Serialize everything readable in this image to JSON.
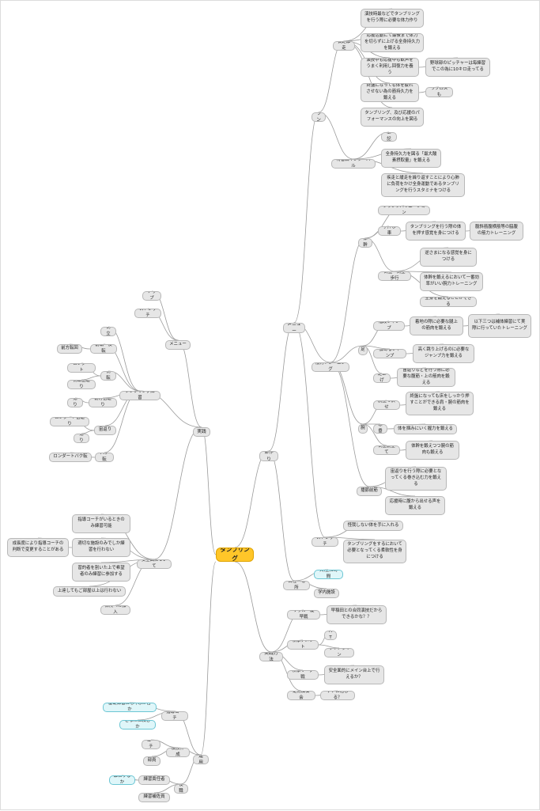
{
  "mindmap": {
    "root": "タンブリング",
    "n1": "体作り",
    "n2": "メニュー",
    "n3": "ラン",
    "n4": "長距離走",
    "n5": "演技時最などでタンブリングを行う際に必要な体力作り",
    "n6": "応援活動にて最後まで体力を切らずに上げる全身持久力を鍛える",
    "n7": "演技中も応援中も歓声をうまく利用し回復力を養う",
    "n8": "野球部のピッチャーは毎練習でこの為に10キロ走ってる",
    "n9": "終盤になっても体を疲れさせない為の筋持久力を鍛える",
    "n10": "ラクロスも",
    "n11": "タンブリング、及び応援のパフォーマンスの向上を図る",
    "n12": "将音森インターバル",
    "n13": "上記",
    "n14": "全身持久力を図る「最大酸素摂取量」を鍛える",
    "n15": "疾走と緩走を繰り返すことにより心肺に負荷をかけ全身運動であるタンブリングを行うスタミナをつける",
    "n16": "筋力トレーニング",
    "n17": "体幹",
    "n18": "プランクバリエーション",
    "n19": "手押し車",
    "n20": "タンブリングを行う際の体を押す感覚を身につける",
    "n21": "腹斜筋腹横筋等の脇腹の筋力トレーニング",
    "n22": "倒立・倒立歩行",
    "n23": "逆さまになる感覚を身につける",
    "n24": "体幹を鍛えるにおいて一番効率がいい腕力トレーニング",
    "n25": "全身を鍛えることができる",
    "n26": "足",
    "n27": "階段ジャンプ",
    "n28": "着地の際に必要な腿上の筋肉を鍛える",
    "n29": "以下三つは補体練習にて実際に行っていたトレーニング",
    "n30": "膝あるジャンプ",
    "n31": "高く跳り上げるのに必要なジャンプ力を鍛える",
    "n32": "足上げ",
    "n33": "宙返りなどを行う際に必要な腹筋・上の筋肉を鍛える",
    "n34": "腕",
    "n35": "腕立て伏せ",
    "n36": "終盤になっても床をしっかり押すことができる肩・腕の筋肉を鍛える",
    "n37": "懸垂",
    "n38": "体を掴みにいく握力を鍛える",
    "n39": "倒立腕立て",
    "n40": "体幹を鍛えつつ腕の筋肉も鍛える",
    "n41": "播節前筋",
    "n42": "宙返りを行う際に必要となってくる巻き込む力を鍛える",
    "n43": "応援時に腹から出せる声を鍛える",
    "n44": "ストレッチ",
    "n45": "怪我しない体を手に入れる",
    "n46": "タンブリングをするにおいて必要となってくる柔軟性を身につける",
    "n47": "日程・場所",
    "n48": "火,土,9時間",
    "n49": "学内施設",
    "n50": "実践方法",
    "n51": "サッカー慶早戦",
    "n52": "早稲田との合同演技だからできるかな？？",
    "n53": "秋季アメフト",
    "n54": "HT",
    "n55": "サイドライン",
    "n56": "秋季リーグ戦",
    "n57": "安全面的にメイン台上で行えるか？",
    "n58": "定期演奏会",
    "n59": "テアに活じる？",
    "n60": "運用",
    "n61": "指導コーチ",
    "n62": "基礎練習にも呼ぶか否か",
    "n63": "どなたに頼むか",
    "n64": "演技作成",
    "n65": "コーチ",
    "n66": "部員",
    "n67": "役職",
    "n68": "練習責任者",
    "n69": "誰にするか",
    "n70": "練習補佐員",
    "n71": "実践",
    "n72": "メニュー",
    "n73": "アップ",
    "n74": "ストレッチ",
    "n75": "タンブリング練習",
    "n76": "倒立",
    "n77": "前転・後転",
    "n78": "前方転回",
    "n79": "側転",
    "n80": "ロンダート",
    "n81": "側転宙返り",
    "n82": "前方宙返り",
    "n83": "捻り",
    "n84": "宙返り",
    "n85": "ロンダート宙返り",
    "n86": "捻り",
    "n87": "バク転",
    "n88": "ロンダートバク転",
    "n89": "安全面について",
    "n90": "指導コーチがいるときのみ練習可能",
    "n91": "適切な施設のみでしか練習を行わない",
    "n92": "成長度により指導コーチの判断で変更することがある",
    "n93": "習的者を割いた上で希望者のみ練習に参加する",
    "n94": "上達してもご部屋以上は行わない",
    "n95": "保険への加入"
  },
  "colors": {
    "root_fill": "#ffc629",
    "node_fill": "#e6e6e6",
    "highlight_fill": "#dff6f9",
    "line": "#9a9a9a"
  }
}
